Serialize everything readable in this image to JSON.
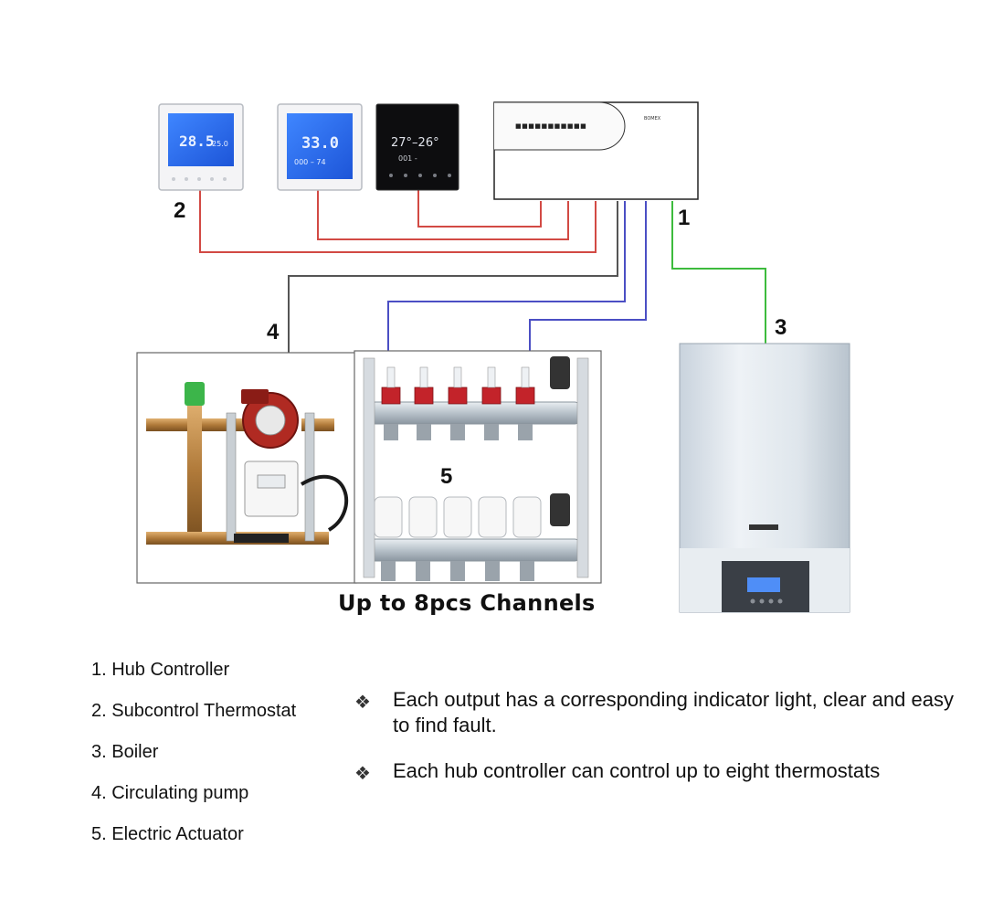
{
  "thermostats": [
    {
      "reading": "28.5",
      "label": "25.0"
    },
    {
      "reading": "33.0",
      "label": "000 – 74"
    },
    {
      "reading": "27°–26°",
      "label": "001 -"
    }
  ],
  "hub": {
    "dots": "■■■■■■■■■■■",
    "brand": "BOMEX"
  },
  "diagram_numbers": {
    "hub": "1",
    "thermostat": "2",
    "boiler": "3",
    "pump": "4",
    "actuator": "5"
  },
  "caption": "Up to 8pcs Channels",
  "legend": [
    "1. Hub Controller",
    "2. Subcontrol Thermostat",
    "3. Boiler",
    "4. Circulating pump",
    "5. Electric Actuator"
  ],
  "bullets": [
    "Each output has a corresponding indicator light, clear and easy to find fault.",
    "Each hub controller can control up to eight thermostats"
  ],
  "bullet_icon": "four-diamond-icon",
  "colors": {
    "red_wire": "#d24a44",
    "blue_wire": "#4b4fc4",
    "green_wire": "#3dbb3d",
    "gray_wire": "#555555",
    "lcd_blue": "#2a6cf2"
  }
}
